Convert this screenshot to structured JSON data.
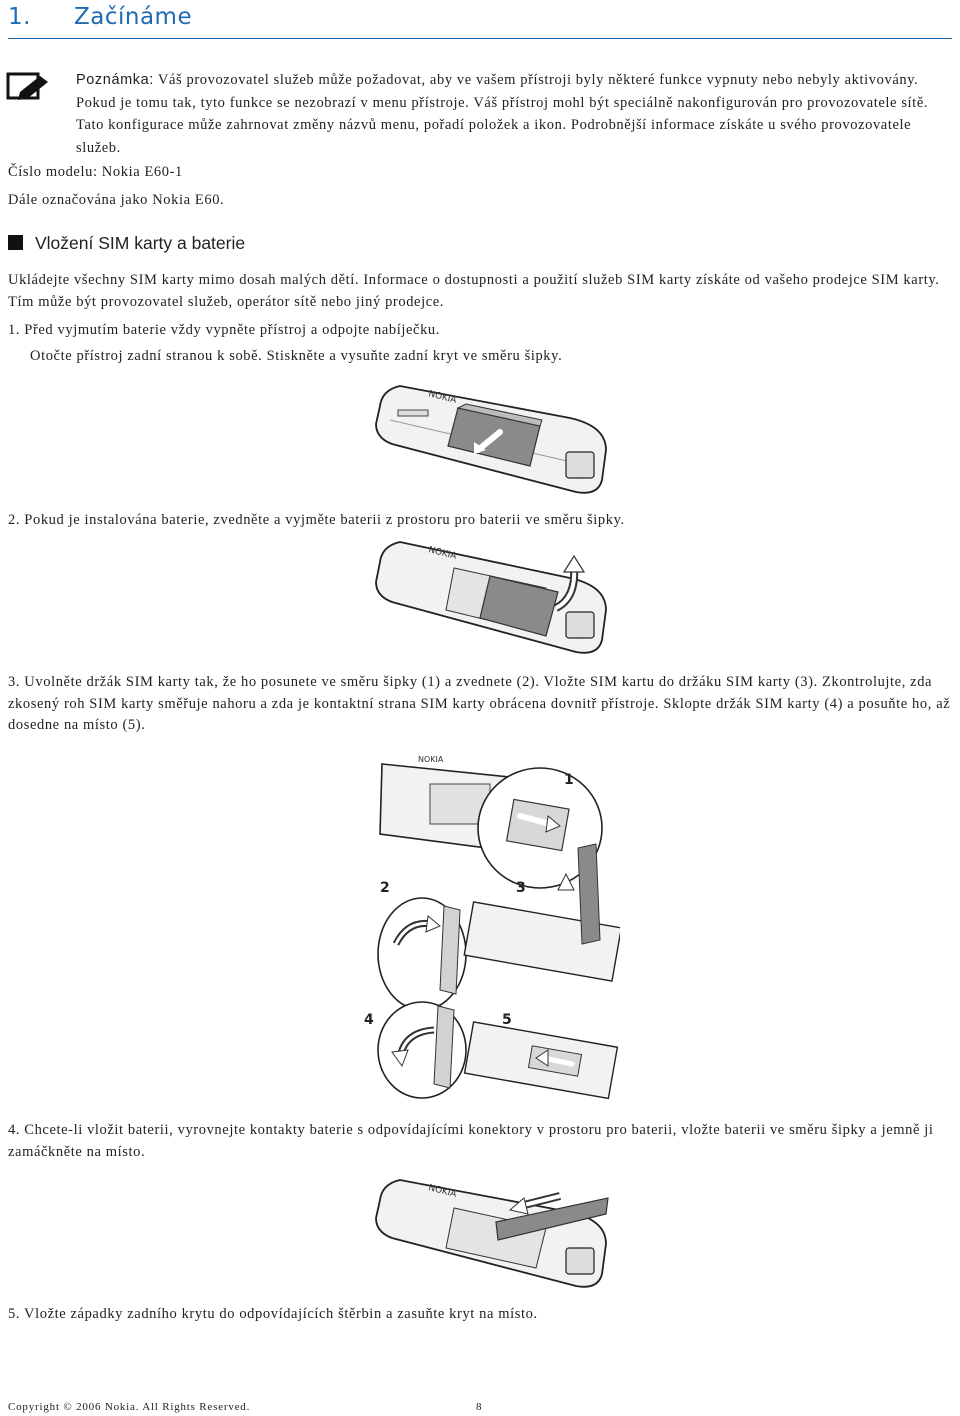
{
  "chapter": {
    "number": "1.",
    "title": "Začínáme"
  },
  "note": {
    "label": "Poznámka:",
    "text": "Váš provozovatel služeb může požadovat, aby ve vašem přístroji byly některé funkce vypnuty nebo nebyly aktivovány. Pokud je tomu tak, tyto funkce se nezobrazí v menu přístroje. Váš přístroj mohl být speciálně nakonfigurován pro provozovatele sítě. Tato konfigurace může zahrnovat změny názvů menu, pořadí položek a ikon. Podrobnější informace získáte u svého provozovatele služeb."
  },
  "model_line": "Číslo modelu: Nokia E60-1",
  "designation_line": "Dále označována jako Nokia E60.",
  "section": {
    "title": "Vložení SIM karty a baterie",
    "intro": "Ukládejte všechny SIM karty mimo dosah malých dětí. Informace o dostupnosti a použití služeb SIM karty získáte od vašeho prodejce SIM karty. Tím může být provozovatel služeb, operátor sítě nebo jiný prodejce.",
    "step1": "1. Před vyjmutím baterie vždy vypněte přístroj a odpojte nabíječku.",
    "step1b": "Otočte přístroj zadní stranou k sobě. Stiskněte a vysuňte zadní kryt ve směru šipky.",
    "step2": "2. Pokud je instalována baterie, zvedněte a vyjměte baterii z prostoru pro baterii ve směru šipky.",
    "step3": "3. Uvolněte držák SIM karty tak, že ho posunete ve směru šipky (1) a zvednete (2). Vložte SIM kartu do držáku SIM karty (3). Zkontrolujte, zda zkosený roh SIM karty směřuje nahoru a zda je kontaktní strana SIM karty obrácena dovnitř přístroje. Sklopte držák SIM karty (4) a posuňte ho, až dosedne na místo (5).",
    "step4": "4. Chcete-li vložit baterii, vyrovnejte kontakty baterie s odpovídajícími konektory v prostoru pro baterii, vložte baterii ve směru šipky a jemně ji zamáčkněte na místo.",
    "step5": "5. Vložte západky zadního krytu do odpovídajících štěrbin a zasuňte kryt na místo."
  },
  "figures": {
    "brand": "NOKIA",
    "step_labels": [
      "1",
      "2",
      "3",
      "4",
      "5"
    ]
  },
  "footer": {
    "copyright": "Copyright © 2006 Nokia. All Rights Reserved.",
    "page": "8"
  },
  "colors": {
    "accent": "#1f6ab5",
    "device_fill": "#f2f2f2",
    "part_gray": "#8a8a8a"
  }
}
